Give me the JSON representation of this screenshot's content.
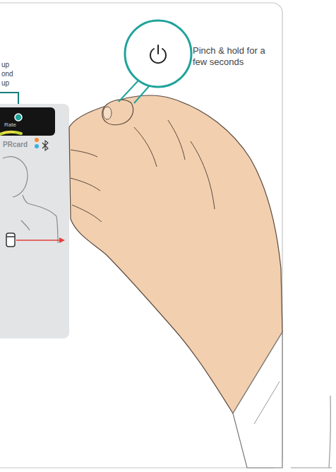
{
  "diagram": {
    "labels": [
      "up",
      "ond",
      "up",
      "Rate",
      "PRcard",
      "Pinch & hold for a few seconds"
    ]
  }
}
